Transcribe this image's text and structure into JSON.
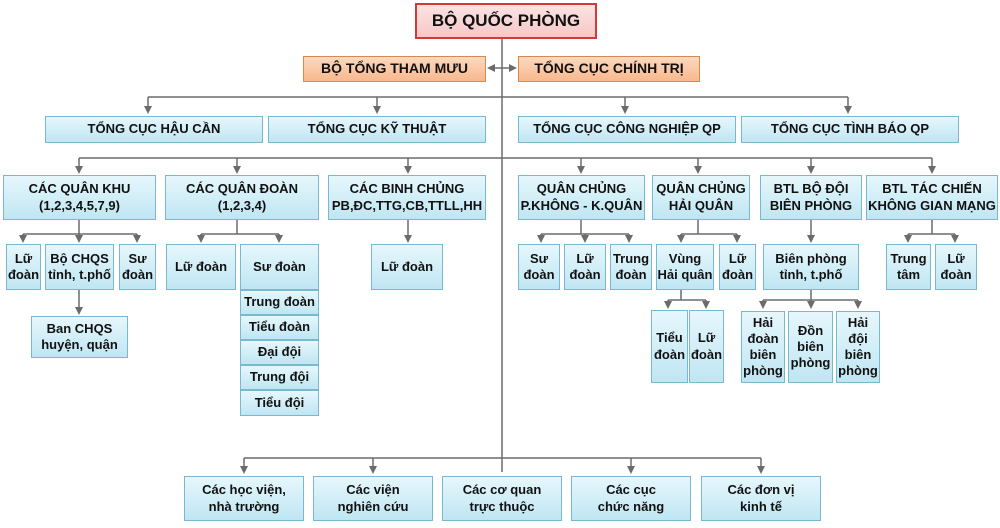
{
  "top": "BỘ QUỐC PHÒNG",
  "staff": "BỘ TỔNG THAM MƯU",
  "politics": "TỔNG CỤC CHÍNH TRỊ",
  "general_depts": [
    "TỔNG CỤC HẬU CẦN",
    "TỔNG CỤC KỸ THUẬT",
    "TỔNG CỤC CÔNG NGHIỆP QP",
    "TỔNG CỤC TÌNH BÁO QP"
  ],
  "mk": {
    "title1": "CÁC QUÂN KHU",
    "title2": "(1,2,3,4,5,7,9)",
    "lu_doan": [
      "Lữ",
      "đoàn"
    ],
    "bo_chqs": [
      "Bộ CHQS",
      "tỉnh, t.phố"
    ],
    "su_doan": [
      "Sư",
      "đoàn"
    ],
    "ban_chqs": [
      "Ban CHQS",
      "huyện, quận"
    ]
  },
  "qd": {
    "title1": "CÁC QUÂN ĐOÀN",
    "title2": "(1,2,3,4)",
    "lu_doan": "Lữ đoàn",
    "su_doan": "Sư đoàn",
    "units": [
      "Trung đoàn",
      "Tiểu đoàn",
      "Đại đội",
      "Trung đội",
      "Tiểu đội"
    ]
  },
  "bc": {
    "title1": "CÁC BINH CHỦNG",
    "title2": "PB,ĐC,TTG,CB,TTLL,HH",
    "lu_doan": "Lữ đoàn"
  },
  "pk": {
    "title1": "QUÂN CHỦNG",
    "title2": "P.KHÔNG - K.QUÂN",
    "su_doan": [
      "Sư",
      "đoàn"
    ],
    "lu_doan": [
      "Lữ",
      "đoàn"
    ],
    "truong": [
      "Trung",
      "đoàn"
    ]
  },
  "hq": {
    "title1": "QUÂN CHỦNG",
    "title2": "HẢI QUÂN",
    "vung": [
      "Vùng",
      "Hải quân"
    ],
    "lu_doan": [
      "Lữ",
      "đoàn"
    ],
    "tieu_doan": [
      "Tiểu",
      "đoàn"
    ],
    "lu_doan2": [
      "Lữ",
      "đoàn"
    ]
  },
  "bp": {
    "title1": "BTL BỘ ĐỘI",
    "title2": "BIÊN PHÒNG",
    "bien_phong": [
      "Biên phòng",
      "tỉnh, t.phố"
    ],
    "hai_doan": [
      "Hải",
      "đoàn",
      "biên",
      "phòng"
    ],
    "don": [
      "Đồn",
      "biên",
      "phòng"
    ],
    "hai_doi": [
      "Hải",
      "đội",
      "biên",
      "phòng"
    ]
  },
  "kgm": {
    "title1": "BTL TÁC CHIẾN",
    "title2": "KHÔNG GIAN MẠNG",
    "trung_tam": [
      "Trung",
      "tâm"
    ],
    "lu_doan": [
      "Lữ",
      "đoàn"
    ]
  },
  "bottom": [
    [
      "Các học viện,",
      "nhà trường"
    ],
    [
      "Các viện",
      "nghiên cứu"
    ],
    [
      "Các cơ quan",
      "trực thuộc"
    ],
    [
      "Các cục",
      "chức năng"
    ],
    [
      "Các đơn vị",
      "kinh tế"
    ]
  ],
  "colors": {
    "box_fill": "#bfe6f3",
    "box_border": "#7ab8cf",
    "staff_fill": "#f8b88d",
    "top_border": "#d23a3a",
    "line": "#6b6b6b"
  }
}
